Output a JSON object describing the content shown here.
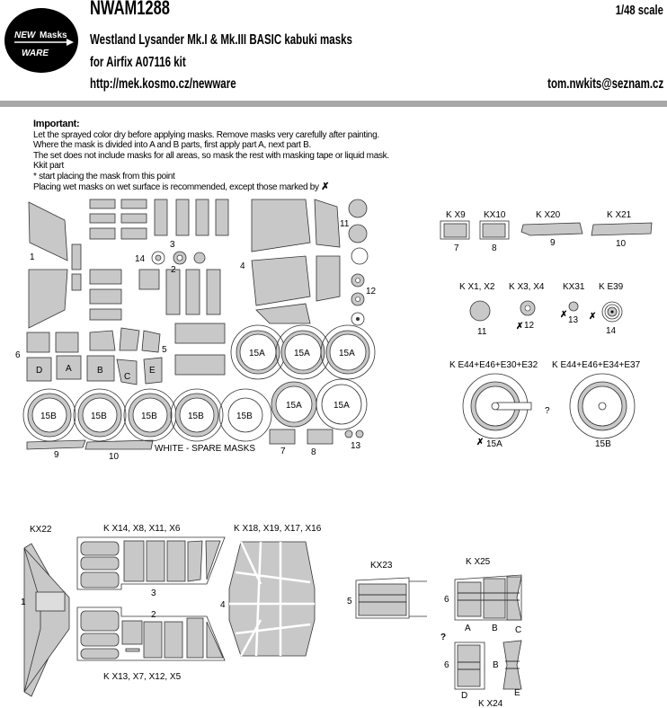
{
  "header": {
    "code": "NWAM1288",
    "scale": "1/48 scale",
    "title": "Westland Lysander Mk.I & Mk.III BASIC kabuki masks",
    "kit": "for Airfix A07116 kit",
    "url": "http://mek.kosmo.cz/newware",
    "email": "tom.nwkits@seznam.cz",
    "logo_text": "NEW Masks WARE"
  },
  "instructions": {
    "heading": "Important:",
    "lines": [
      "Let the sprayed color dry before applying masks. Remove masks very carefully after painting.",
      "Where the mask is divided into A and B parts, first apply part A, next part B.",
      "The set does not include masks for all areas, so mask the rest with masking tape or liquid mask.",
      "Kkit part",
      "* start placing the mask from this point",
      "Placing wet masks on wet surface is recommended, except those marked by"
    ]
  },
  "sheet": {
    "numbers": [
      "1",
      "2",
      "3",
      "4",
      "5",
      "6",
      "7",
      "8",
      "9",
      "10",
      "11",
      "12",
      "13",
      "14"
    ],
    "letters": [
      "D",
      "A",
      "B",
      "C",
      "E"
    ],
    "wheel_a": "15A",
    "wheel_b": "15B",
    "spare": "WHITE - SPARE MASKS"
  },
  "legend": {
    "kx9": "K X9",
    "kx10": "KX10",
    "kx20": "K X20",
    "kx21": "K X21",
    "n7": "7",
    "n8": "8",
    "n9": "9",
    "n10": "10",
    "kx1": "K X1, X2",
    "kx3": "K X3, X4",
    "kx31": "KX31",
    "ke39": "K E39",
    "n11": "11",
    "n12": "12",
    "n13": "13",
    "n14": "14",
    "ke15a": "K E44+E46+E30+E32",
    "ke15b": "K E44+E46+E34+E37",
    "n15a": "15A",
    "n15b": "15B",
    "q": "?"
  },
  "diagrams": {
    "kx22": "KX22",
    "kx14": "K X14, X8, X11, X6",
    "kx18": "K X18, X19, X17, X16",
    "kx13": "K X13, X7, X12, X5",
    "kx23": "KX23",
    "kx25": "K X25",
    "kx24": "K X24",
    "n1": "1",
    "n2": "2",
    "n3": "3",
    "n4": "4",
    "n5": "5",
    "n6": "6",
    "a": "A",
    "b": "B",
    "c": "C",
    "d": "D",
    "e": "E",
    "q": "?"
  },
  "colors": {
    "mask_fill": "#c8c8c8",
    "bar": "#a8a8a8"
  }
}
